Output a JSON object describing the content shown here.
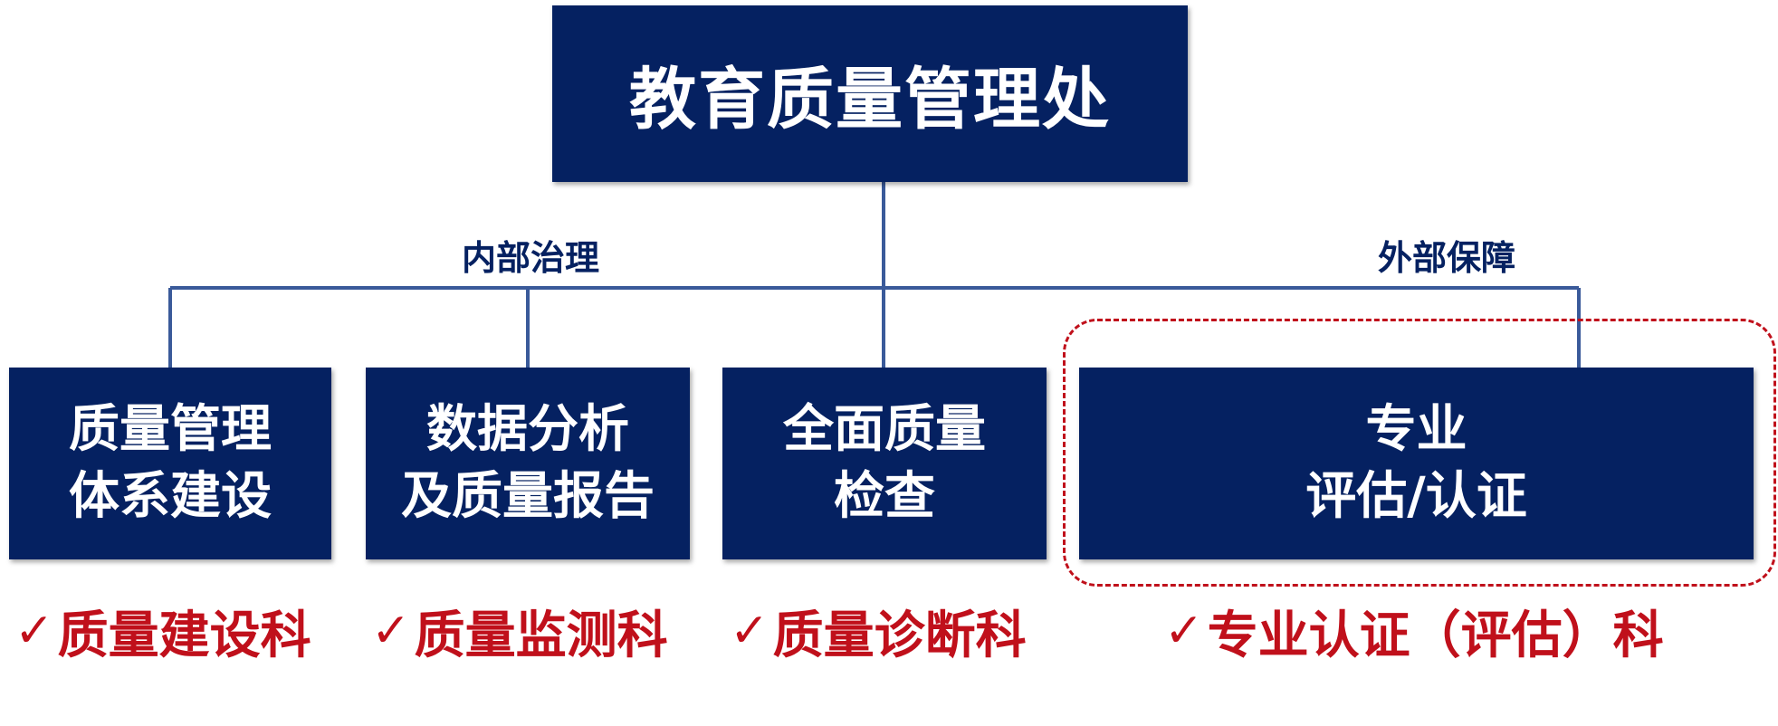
{
  "top": {
    "title": "教育质量管理处"
  },
  "branches": {
    "internal": "内部治理",
    "external": "外部保障"
  },
  "units": [
    {
      "line1": "质量管理",
      "line2": "体系建设"
    },
    {
      "line1": "数据分析",
      "line2": "及质量报告"
    },
    {
      "line1": "全面质量",
      "line2": "检查"
    },
    {
      "line1": "专业",
      "line2": "评估/认证"
    }
  ],
  "departments": [
    {
      "check": "✓",
      "name": "质量建设科"
    },
    {
      "check": "✓",
      "name": "质量监测科"
    },
    {
      "check": "✓",
      "name": "质量诊断科"
    },
    {
      "check": "✓",
      "name": "专业认证（评估）科"
    }
  ],
  "colors": {
    "box_fill": "#052161",
    "connector": "#3a5a9a",
    "highlight": "#c0101b"
  }
}
